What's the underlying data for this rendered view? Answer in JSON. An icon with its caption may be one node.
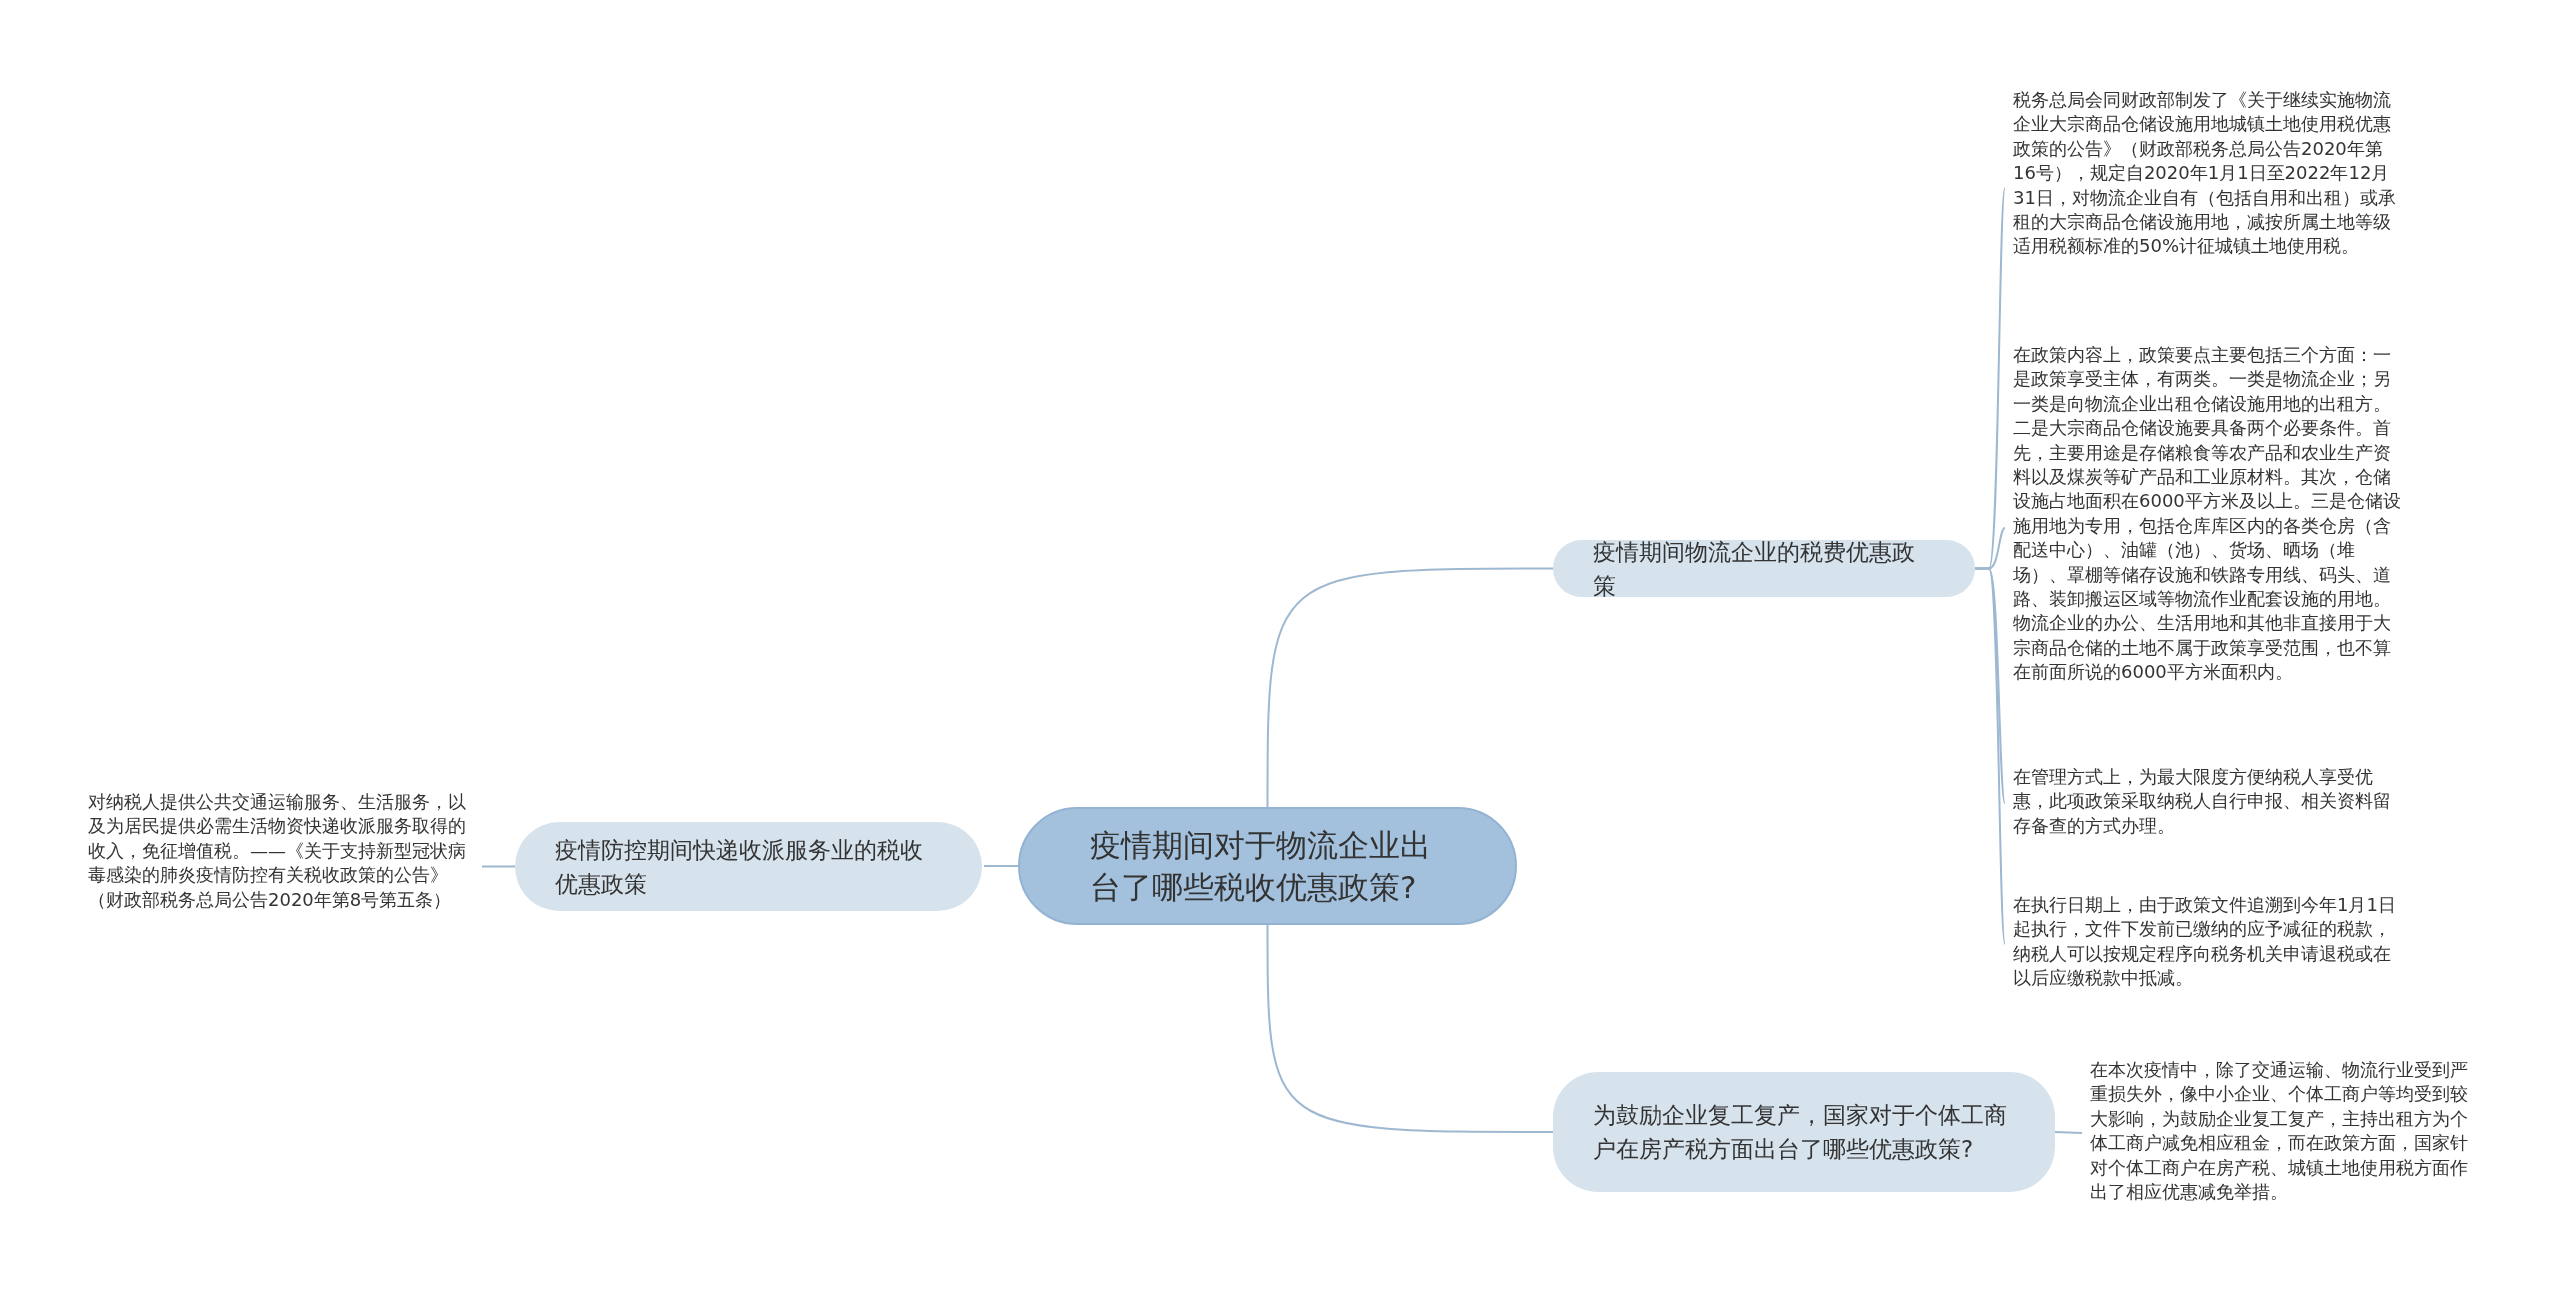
{
  "diagram": {
    "nodes": [
      {
        "text": [
          "疫情期间对于物流企业出台了哪些税收优惠政策?"
        ]
      },
      {
        "text": [
          "疫情期间物流企业的税费优惠政策"
        ]
      },
      {
        "text": [
          "疫情防控期间快递收派服务业的税收优惠政策"
        ]
      },
      {
        "text": [
          "为鼓励企业复工复产，国家对于个体工商户在房产税方面出台了哪些优惠政策?"
        ]
      },
      {
        "text": [
          "对纳税人提供公共交通运输服务、生活服务，以及为居民提供必需生活物资快递收派服务取得的收入，免征增值税。——《关于支持新型冠状病毒感染的肺炎疫情防控有关税收政策的公告》（财政部税务总局公告2020年第8号第五条）"
        ]
      },
      {
        "text": [
          "税务总局会同财政部制发了《关于继续实施物流企业大宗商品仓储设施用地城镇土地使用税优惠政策的公告》（财政部税务总局公告2020年第16号），规定自2020年1月1日至2022年12月31日，对物流企业自有（包括自用和出租）或承租的大宗商品仓储设施用地，减按所属土地等级适用税额标准的50%计征城镇土地使用税。"
        ]
      },
      {
        "text": [
          "在政策内容上，政策要点主要包括三个方面：一是政策享受主体，有两类。一类是物流企业；另一类是向物流企业出租仓储设施用地的出租方。二是大宗商品仓储设施要具备两个必要条件。首先，主要用途是存储粮食等农产品和农业生产资料以及煤炭等矿产品和工业原材料。其次，仓储设施占地面积在6000平方米及以上。三是仓储设施用地为专用，包括仓库库区内的各类仓房（含配送中心）、油罐（池）、货场、晒场（堆场）、罩棚等储存设施和铁路专用线、码头、道路、装卸搬运区域等物流作业配套设施的用地。物流企业的办公、生活用地和其他非直接用于大宗商品仓储的土地不属于政策享受范围，也不算在前面所说的6000平方米面积内。"
        ]
      },
      {
        "text": [
          "在管理方式上，为最大限度方便纳税人享受优惠，此项政策采取纳税人自行申报、相关资料留存备查的方式办理。"
        ]
      },
      {
        "text": [
          "在执行日期上，由于政策文件追溯到今年1月1日起执行，文件下发前已缴纳的应予减征的税款，纳税人可以按规定程序向税务机关申请退税或在以后应缴税款中抵减。"
        ]
      },
      {
        "text": [
          "在本次疫情中，除了交通运输、物流行业受到严重损失外，像中小企业、个体工商户等均受到较大影响，为鼓励企业复工复产，主持出租方为个体工商户减免相应租金，而在政策方面，国家针对个体工商户在房产税、城镇土地使用税方面作出了相应优惠减免举措。"
        ]
      }
    ],
    "edges": [
      {
        "from": 0,
        "to": 1,
        "arrow": "none"
      },
      {
        "from": 0,
        "to": 2,
        "arrow": "none"
      },
      {
        "from": 0,
        "to": 3,
        "arrow": "none"
      },
      {
        "from": 2,
        "to": 4,
        "arrow": "none"
      },
      {
        "from": 1,
        "to": 5,
        "arrow": "none"
      },
      {
        "from": 1,
        "to": 6,
        "arrow": "none"
      },
      {
        "from": 1,
        "to": 7,
        "arrow": "none"
      },
      {
        "from": 1,
        "to": 8,
        "arrow": "none"
      },
      {
        "from": 3,
        "to": 9,
        "arrow": "none"
      }
    ]
  }
}
